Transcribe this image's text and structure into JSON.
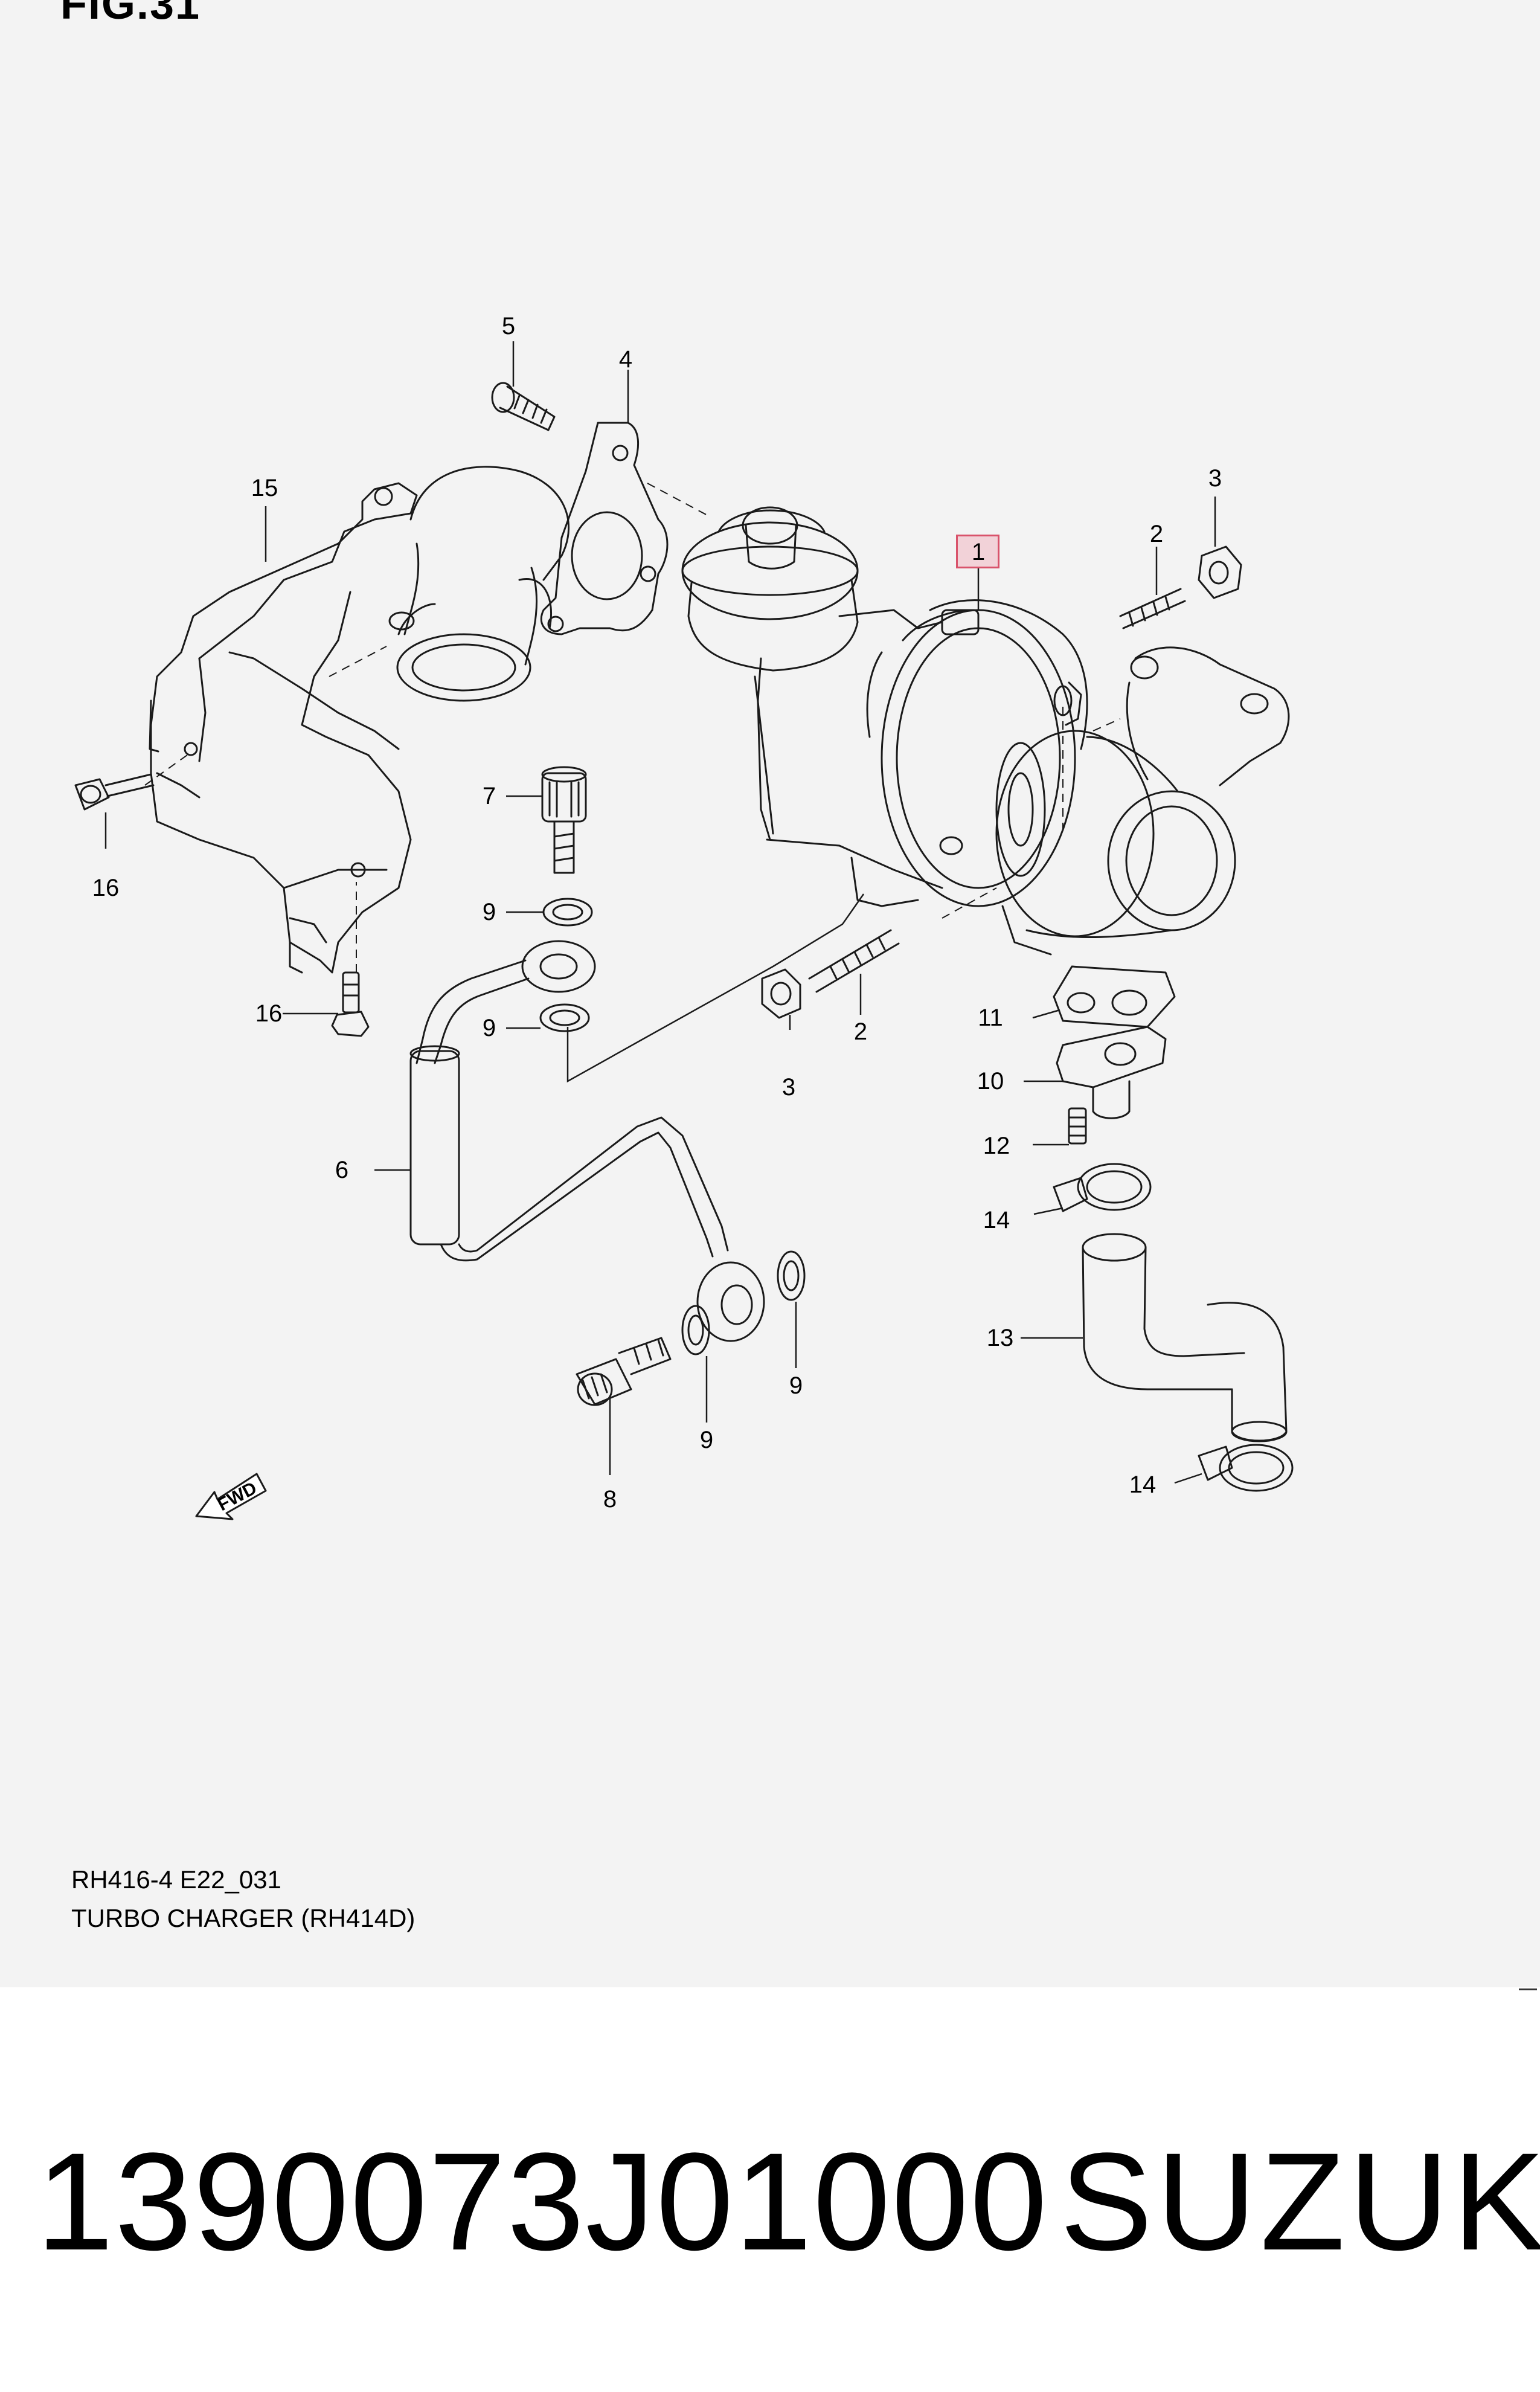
{
  "figure": {
    "header": "FIG.31"
  },
  "callouts": [
    {
      "key": "p1",
      "label": "1"
    },
    {
      "key": "p2a",
      "label": "2"
    },
    {
      "key": "p2b",
      "label": "2"
    },
    {
      "key": "p3a",
      "label": "3"
    },
    {
      "key": "p3b",
      "label": "3"
    },
    {
      "key": "p4",
      "label": "4"
    },
    {
      "key": "p5",
      "label": "5"
    },
    {
      "key": "p6",
      "label": "6"
    },
    {
      "key": "p7",
      "label": "7"
    },
    {
      "key": "p8",
      "label": "8"
    },
    {
      "key": "p9a",
      "label": "9"
    },
    {
      "key": "p9b",
      "label": "9"
    },
    {
      "key": "p9c",
      "label": "9"
    },
    {
      "key": "p9d",
      "label": "9"
    },
    {
      "key": "p10",
      "label": "10"
    },
    {
      "key": "p11",
      "label": "11"
    },
    {
      "key": "p12",
      "label": "12"
    },
    {
      "key": "p13",
      "label": "13"
    },
    {
      "key": "p14a",
      "label": "14"
    },
    {
      "key": "p14b",
      "label": "14"
    },
    {
      "key": "p15",
      "label": "15"
    },
    {
      "key": "p16a",
      "label": "16"
    },
    {
      "key": "p16b",
      "label": "16"
    }
  ],
  "fwd_label": "FWD",
  "caption": {
    "code": "RH416-4 E22_031",
    "title": "TURBO CHARGER (RH414D)"
  },
  "footer": {
    "part_number": "1390073J01000",
    "brand": "SUZUKI"
  },
  "colors": {
    "line": "#1a1a1a",
    "highlight": "#d9536b",
    "sheet": "#f3f3f3"
  }
}
